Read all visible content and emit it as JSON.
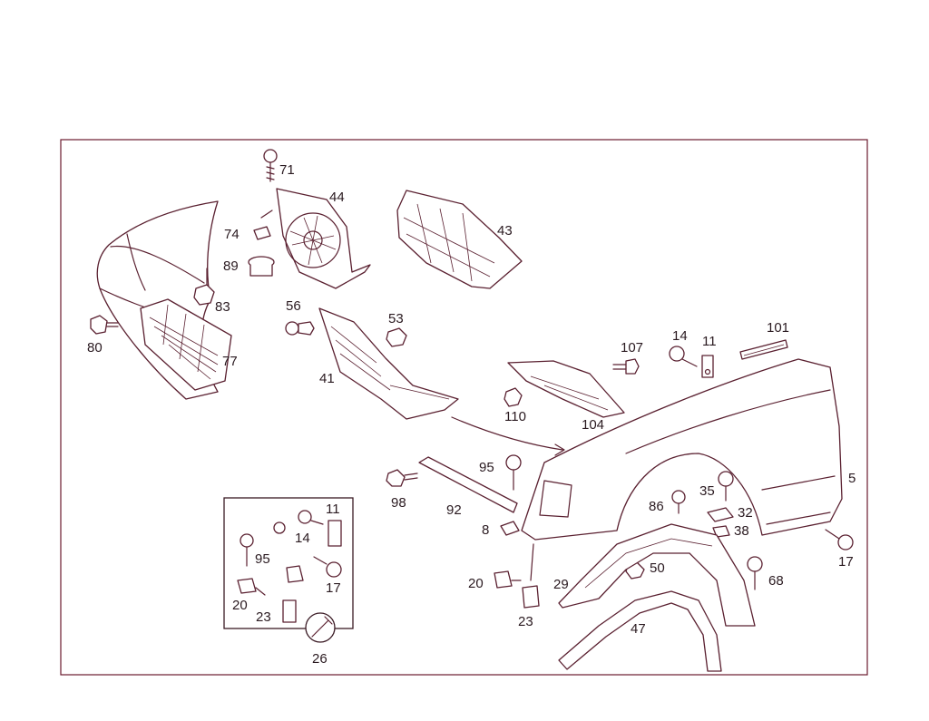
{
  "diagram": {
    "colors": {
      "line": "#5a2030",
      "frame": "#6b1a2e",
      "text": "#2a1a20"
    },
    "labels": {
      "p71": "71",
      "p44": "44",
      "p43": "43",
      "p74": "74",
      "p89": "89",
      "p83": "83",
      "p80": "80",
      "p77": "77",
      "p56": "56",
      "p53": "53",
      "p41": "41",
      "p14a": "14",
      "p11a": "11",
      "p101": "101",
      "p107": "107",
      "p110": "110",
      "p104": "104",
      "p5": "5",
      "p95a": "95",
      "p98": "98",
      "p92": "92",
      "p8": "8",
      "p35": "35",
      "p86": "86",
      "p32": "32",
      "p38": "38",
      "p17a": "17",
      "p68": "68",
      "p50": "50",
      "p29": "29",
      "p20a": "20",
      "p23a": "23",
      "p47": "47",
      "p11b": "11",
      "p14b": "14",
      "p95b": "95",
      "p17b": "17",
      "p20b": "20",
      "p23b": "23",
      "p26": "26"
    }
  }
}
